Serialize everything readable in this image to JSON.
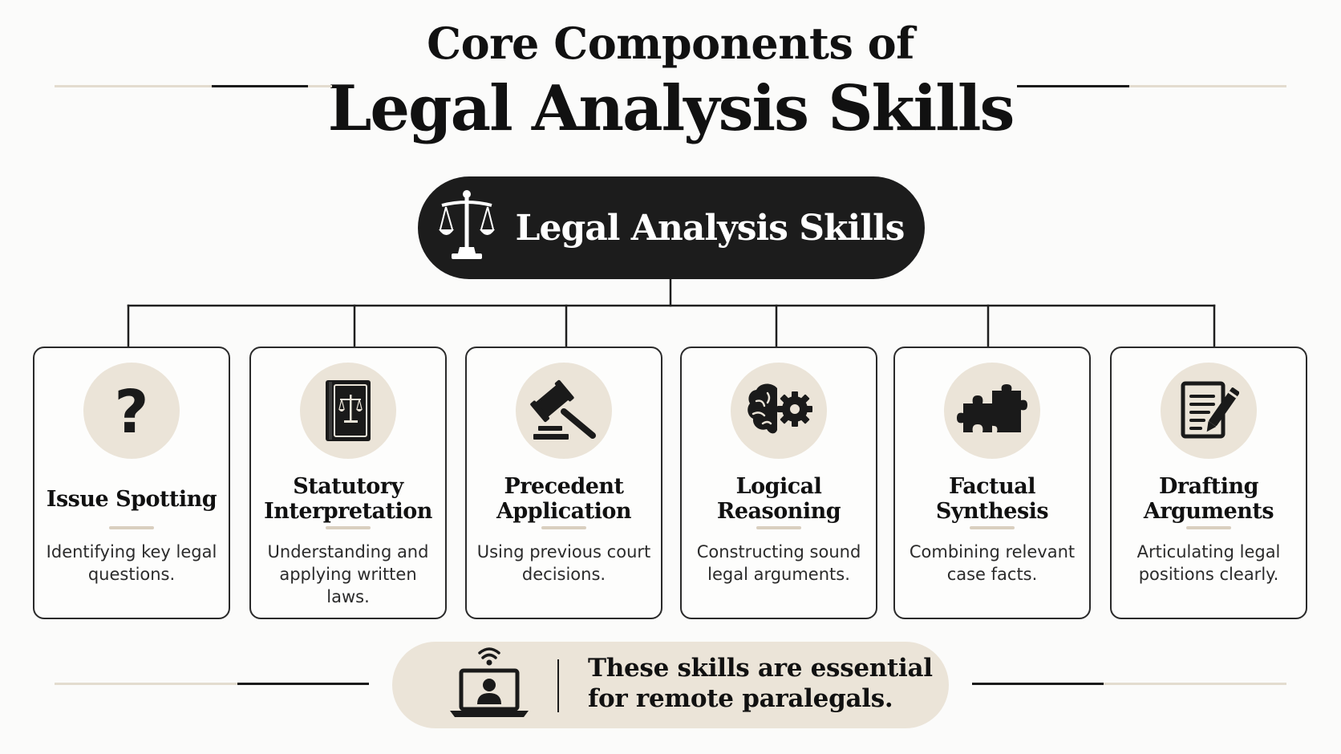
{
  "title": {
    "line1": "Core Components of",
    "line2": "Legal Analysis Skills"
  },
  "root": {
    "label": "Legal Analysis Skills",
    "icon": "scales-of-justice-icon"
  },
  "skills": [
    {
      "id": "issue-spotting",
      "title": "Issue Spotting",
      "description": "Identifying key legal questions.",
      "icon": "question-mark-icon"
    },
    {
      "id": "statutory-interpretation",
      "title": "Statutory Interpretation",
      "description": "Understanding and applying written laws.",
      "icon": "law-book-icon"
    },
    {
      "id": "precedent-application",
      "title": "Precedent Application",
      "description": "Using previous court decisions.",
      "icon": "gavel-icon"
    },
    {
      "id": "logical-reasoning",
      "title": "Logical Reasoning",
      "description": "Constructing sound legal arguments.",
      "icon": "brain-gear-icon"
    },
    {
      "id": "factual-synthesis",
      "title": "Factual Synthesis",
      "description": "Combining relevant case facts.",
      "icon": "puzzle-icon"
    },
    {
      "id": "drafting-arguments",
      "title": "Drafting Arguments",
      "description": "Articulating legal positions clearly.",
      "icon": "document-pen-icon"
    }
  ],
  "footer": {
    "text": "These skills are essential for remote paralegals.",
    "icon": "laptop-remote-user-icon"
  },
  "colors": {
    "dark": "#1c1c1c",
    "beige": "#ebe4d8",
    "background": "#fbfbfa"
  }
}
